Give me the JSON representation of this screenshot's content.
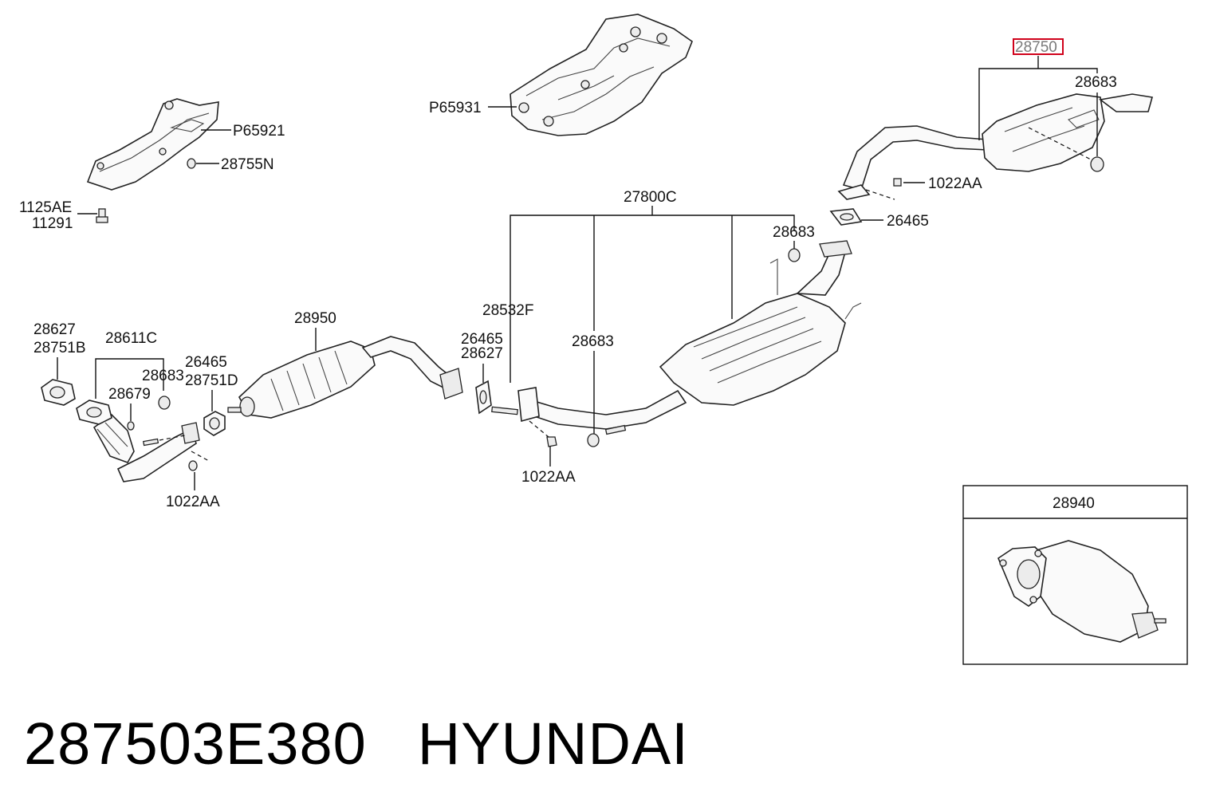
{
  "colors": {
    "highlight": "#d0021b",
    "line": "#111111",
    "background": "#ffffff"
  },
  "labels": {
    "p65931": "P65931",
    "p65921": "P65921",
    "l28755n": "28755N",
    "l1125ae": "1125AE",
    "l11291": "11291",
    "l28750": "28750",
    "l28683_top": "28683",
    "l1022aa_right": "1022AA",
    "l26465_right": "26465",
    "l27800c": "27800C",
    "l28683_mid": "28683",
    "l28532f": "28532F",
    "l28683_center": "28683",
    "l26465_center": "26465",
    "l28627_center": "28627",
    "l1022aa_center": "1022AA",
    "l28950": "28950",
    "l28627_left": "28627",
    "l28751b": "28751B",
    "l28611c": "28611C",
    "l28683_left": "28683",
    "l28679": "28679",
    "l26465_left": "26465",
    "l28751d": "28751D",
    "l1022aa_left": "1022AA",
    "l28940": "28940"
  },
  "footer": {
    "part_number": "287503E380",
    "brand": "HYUNDAI"
  }
}
